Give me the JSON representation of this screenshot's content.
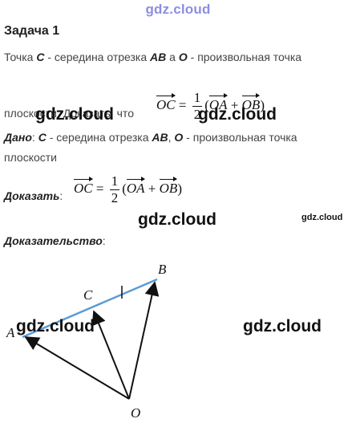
{
  "site": {
    "name": "gdz.cloud"
  },
  "task": {
    "title": "Задача 1",
    "statement": {
      "line1_prefix": "Точка ",
      "point_c": "C",
      "line1_mid": " - середина отрезка ",
      "segment_ab": "AB",
      "line1_mid2": " а ",
      "point_o": "O",
      "line1_suffix": " - произвольная точка",
      "line2_prefix": "плоскости. Доказать, что"
    },
    "formula": {
      "lhs": "OC",
      "eq": "=",
      "numerator": "1",
      "denominator": "2",
      "open": "(",
      "vec_a": "OA",
      "plus": "+",
      "vec_b": "OB",
      "close": ")"
    },
    "given": {
      "label": "Дано",
      "colon": ":",
      "point_c": "C",
      "mid": " - середина отрезка ",
      "segment": "AB",
      "comma": ", ",
      "point_o": "O",
      "suffix": " - произвольная точка",
      "line2": "плоскости"
    },
    "prove": {
      "label": "Доказать",
      "colon": ":"
    },
    "proof": {
      "label": "Доказательство",
      "colon": ":"
    }
  },
  "diagram": {
    "labels": {
      "a": "A",
      "b": "B",
      "c": "C",
      "o": "O"
    }
  },
  "watermarks": [
    "gdz.cloud",
    "gdz.cloud",
    "gdz.cloud",
    "gdz.cloud",
    "gdz.cloud",
    "gdz.cloud"
  ],
  "colors": {
    "site": "#8d8de0",
    "segment": "#5b9bd5",
    "text": "#444444"
  }
}
